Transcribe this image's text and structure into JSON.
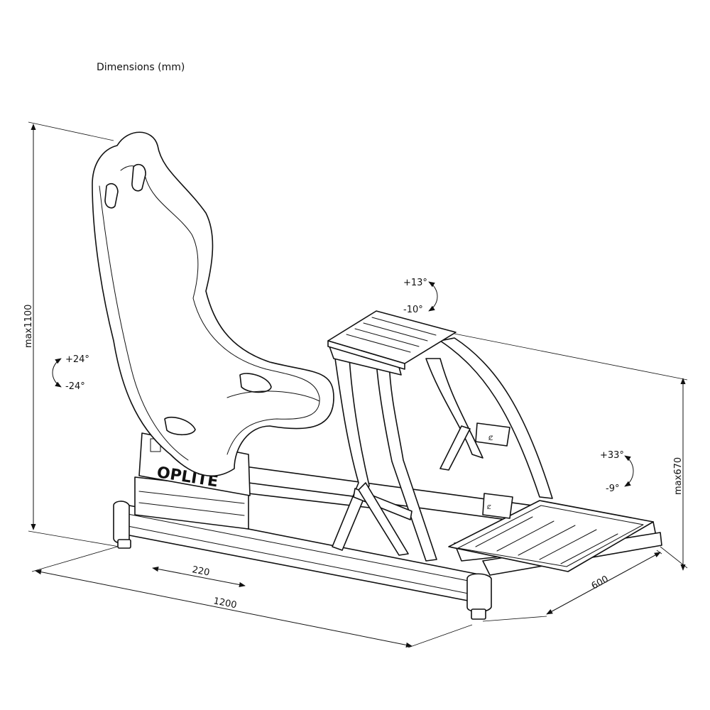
{
  "title": "Dimensions (mm)",
  "dimensions": {
    "height_max": "max1100",
    "wheel_height_max": "max670",
    "length": "1200",
    "width": "600",
    "slide": "220"
  },
  "angles": {
    "seat_up": "+24°",
    "seat_down": "-24°",
    "wheel_up": "+13°",
    "wheel_down": "-10°",
    "pedal_up": "+33°",
    "pedal_down": "-9°"
  },
  "brand": "OPLITE",
  "colors": {
    "line": "#111111",
    "background": "#ffffff"
  }
}
